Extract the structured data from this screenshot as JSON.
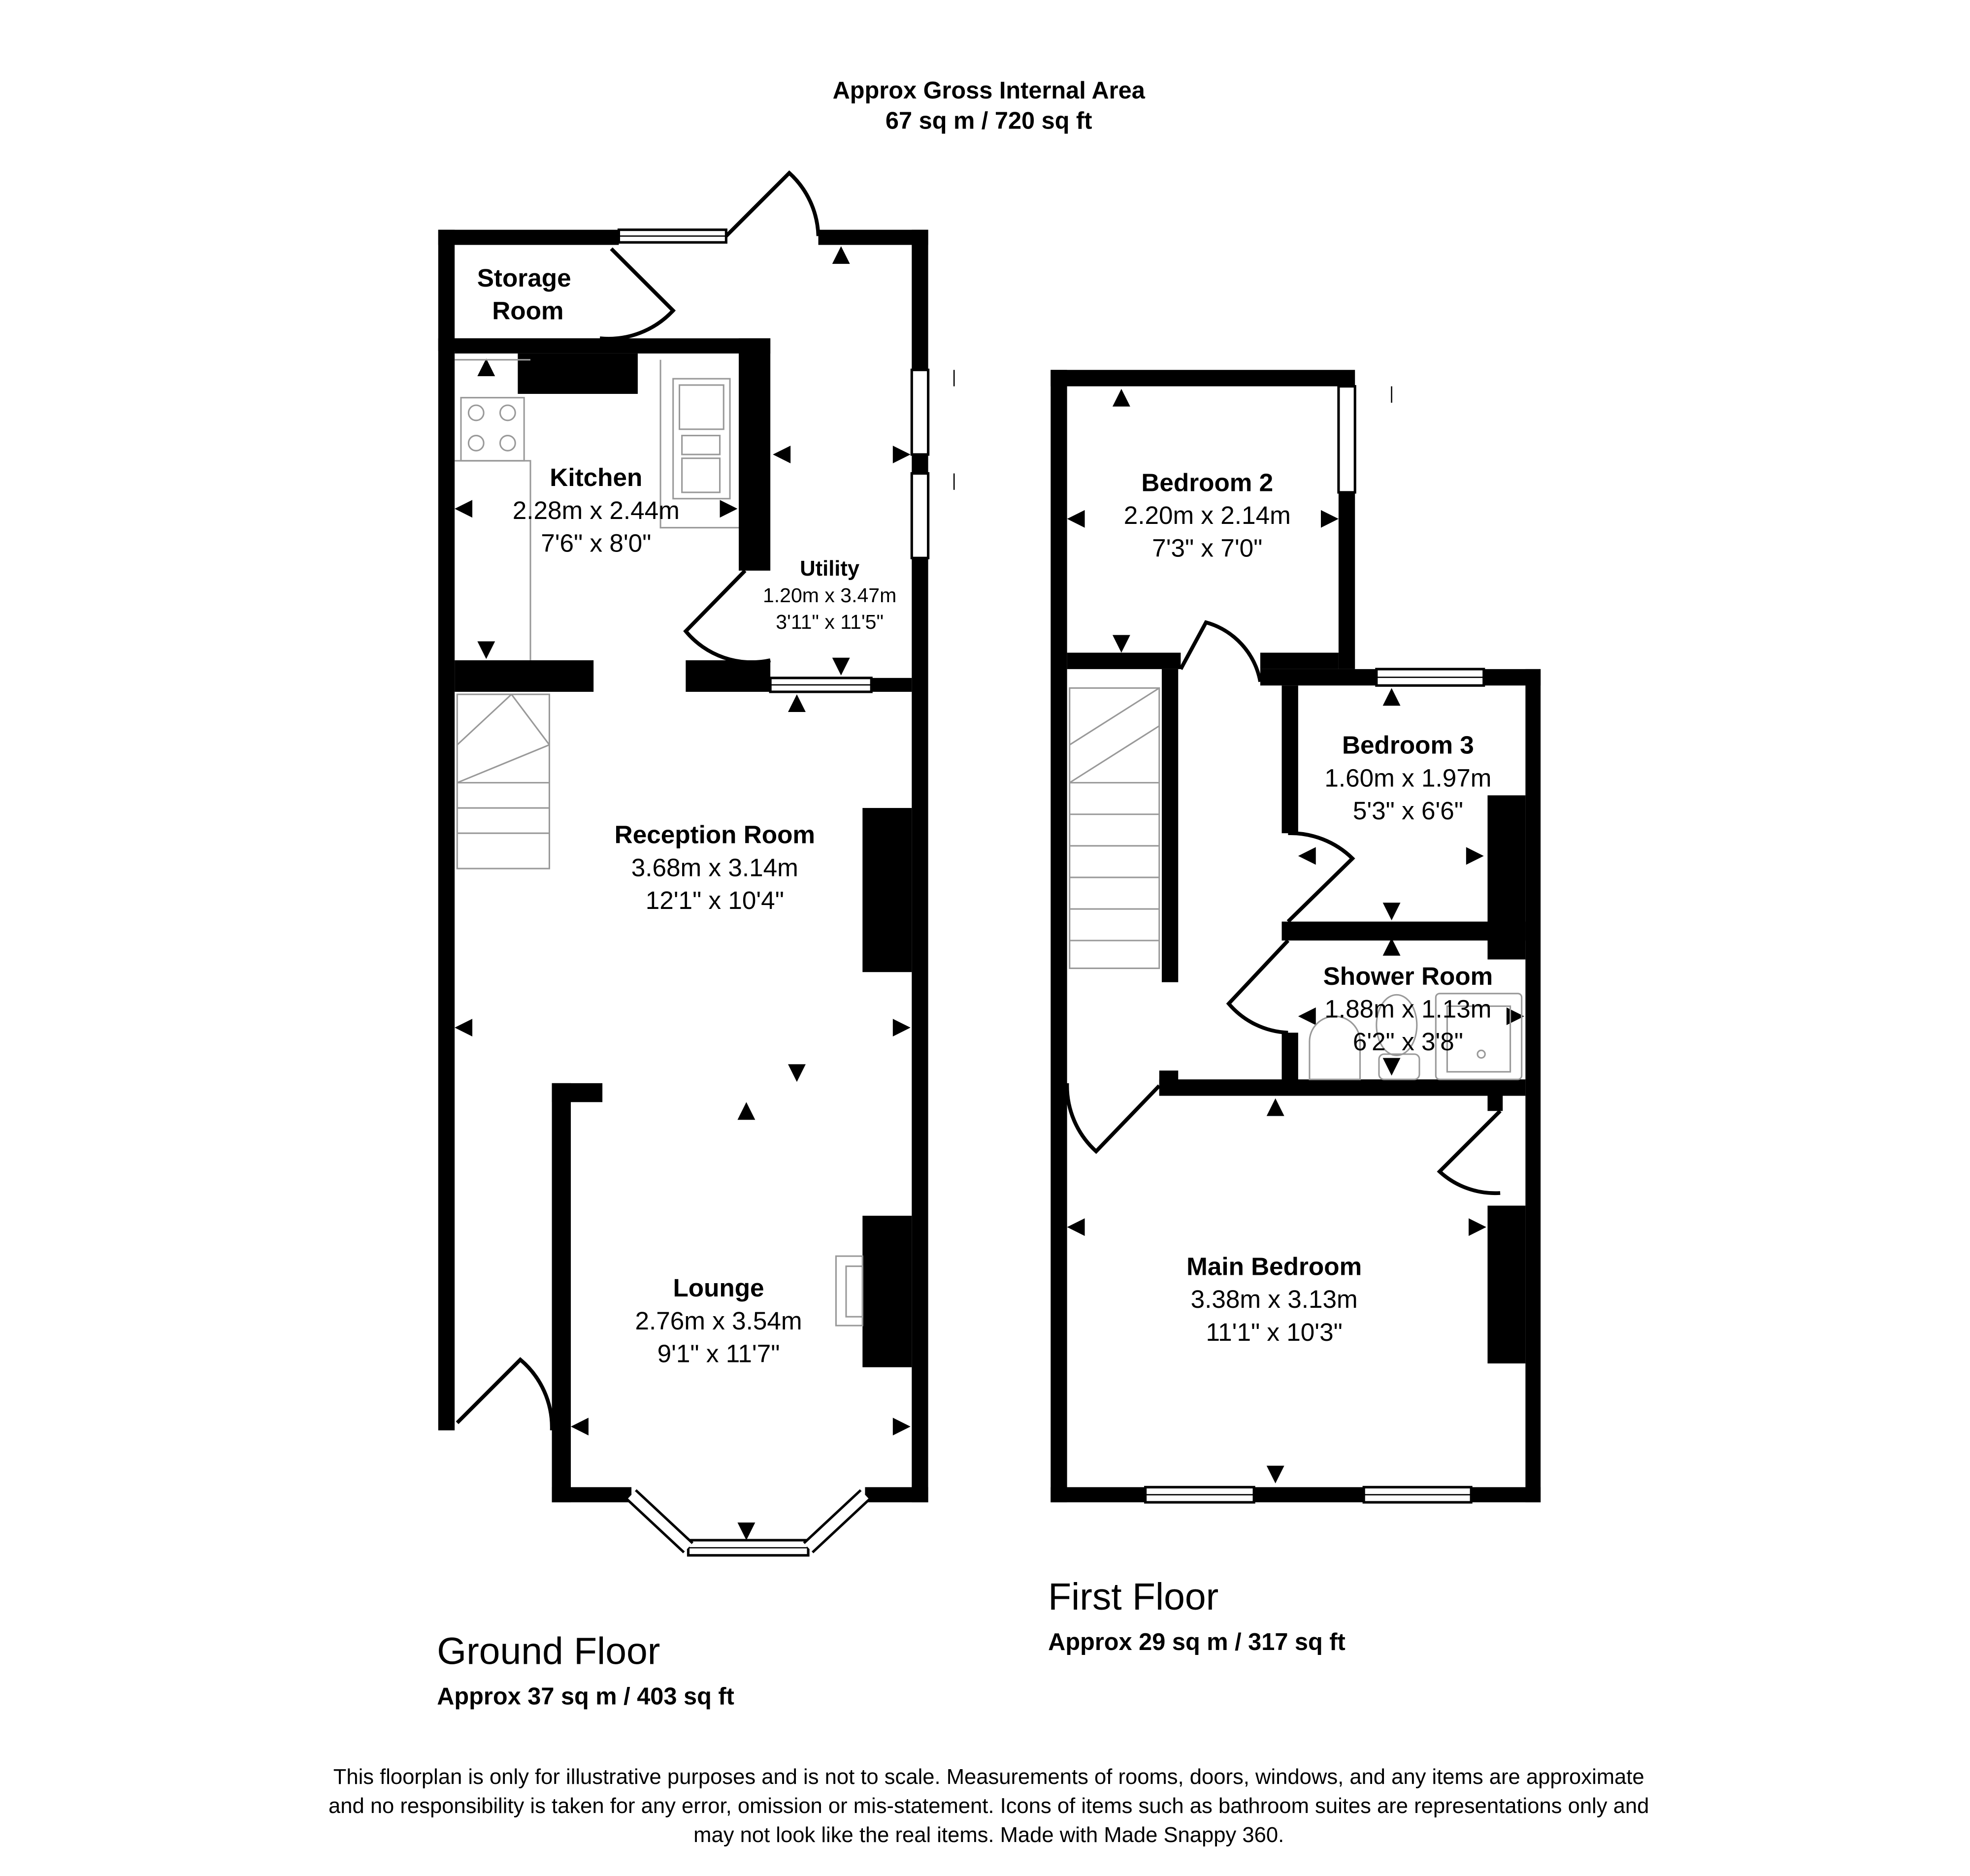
{
  "header": {
    "line1": "Approx Gross Internal Area",
    "line2": "67 sq m / 720 sq ft"
  },
  "ground_floor": {
    "label": "Ground Floor",
    "area": "Approx 37 sq m / 403 sq ft",
    "rooms": [
      {
        "name": "Storage",
        "name2": "Room"
      },
      {
        "name": "Kitchen",
        "metric": "2.28m x 2.44m",
        "imperial": "7'6\" x 8'0\""
      },
      {
        "name": "Utility",
        "metric": "1.20m x 3.47m",
        "imperial": "3'11\" x 11'5\""
      },
      {
        "name": "Reception Room",
        "metric": "3.68m x 3.14m",
        "imperial": "12'1\" x 10'4\""
      },
      {
        "name": "Lounge",
        "metric": "2.76m x 3.54m",
        "imperial": "9'1\" x 11'7\""
      }
    ]
  },
  "first_floor": {
    "label": "First Floor",
    "area": "Approx 29 sq m / 317 sq ft",
    "rooms": [
      {
        "name": "Bedroom 2",
        "metric": "2.20m x 2.14m",
        "imperial": "7'3\" x 7'0\""
      },
      {
        "name": "Bedroom 3",
        "metric": "1.60m x 1.97m",
        "imperial": "5'3\" x 6'6\""
      },
      {
        "name": "Shower Room",
        "metric": "1.88m x 1.13m",
        "imperial": "6'2\" x 3'8\""
      },
      {
        "name": "Main Bedroom",
        "metric": "3.38m x 3.13m",
        "imperial": "11'1\" x 10'3\""
      }
    ]
  },
  "disclaimer": {
    "line1": "This floorplan is only for illustrative purposes and is not to scale. Measurements of rooms, doors, windows, and any items are approximate",
    "line2": "and no responsibility is taken for any error, omission or mis-statement. Icons of items such as bathroom suites are representations only and",
    "line3": "may not look like the real items. Made with Made Snappy 360."
  },
  "colors": {
    "wall": "#000000",
    "fixture": "#999999",
    "background": "#ffffff"
  }
}
